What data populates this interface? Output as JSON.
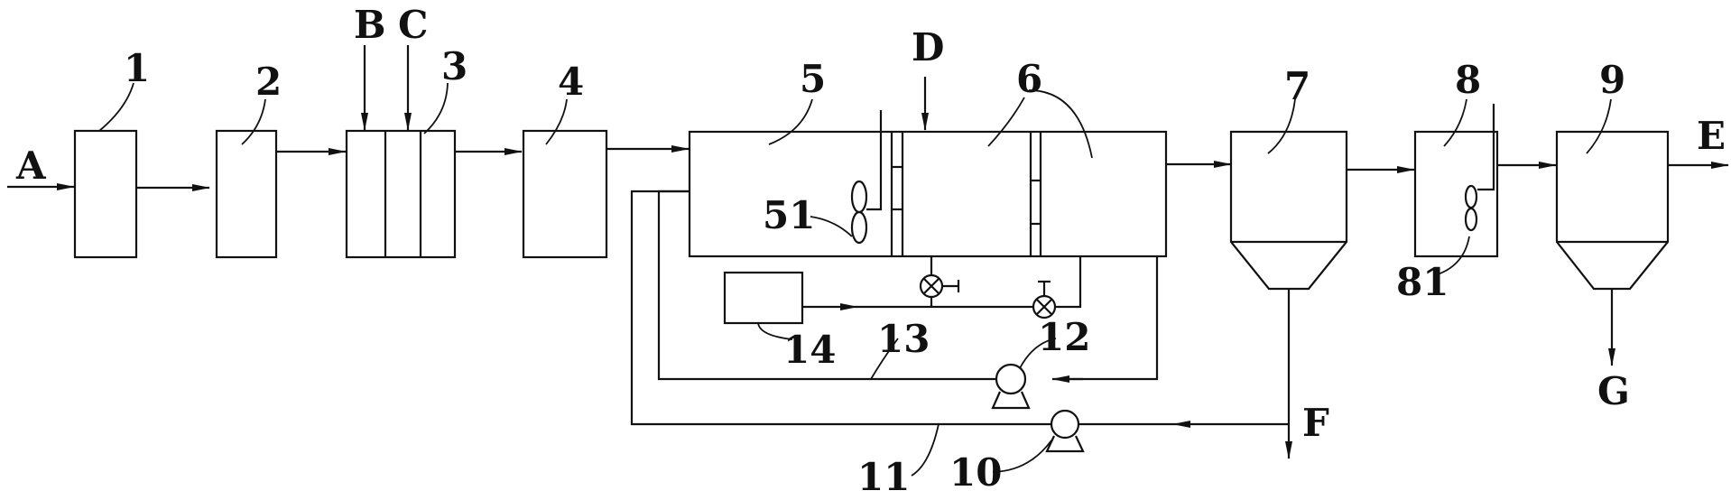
{
  "labels": {
    "unit_1": "1",
    "unit_2": "2",
    "unit_3": "3",
    "unit_4": "4",
    "unit_5": "5",
    "unit_6": "6",
    "unit_7": "7",
    "unit_8": "8",
    "unit_9": "9",
    "unit_10": "10",
    "unit_11": "11",
    "unit_12": "12",
    "unit_13": "13",
    "unit_14": "14",
    "unit_51": "51",
    "unit_81": "81",
    "stream_A": "A",
    "stream_B": "B",
    "stream_C": "C",
    "stream_D": "D",
    "stream_E": "E",
    "stream_F": "F",
    "stream_G": "G"
  }
}
